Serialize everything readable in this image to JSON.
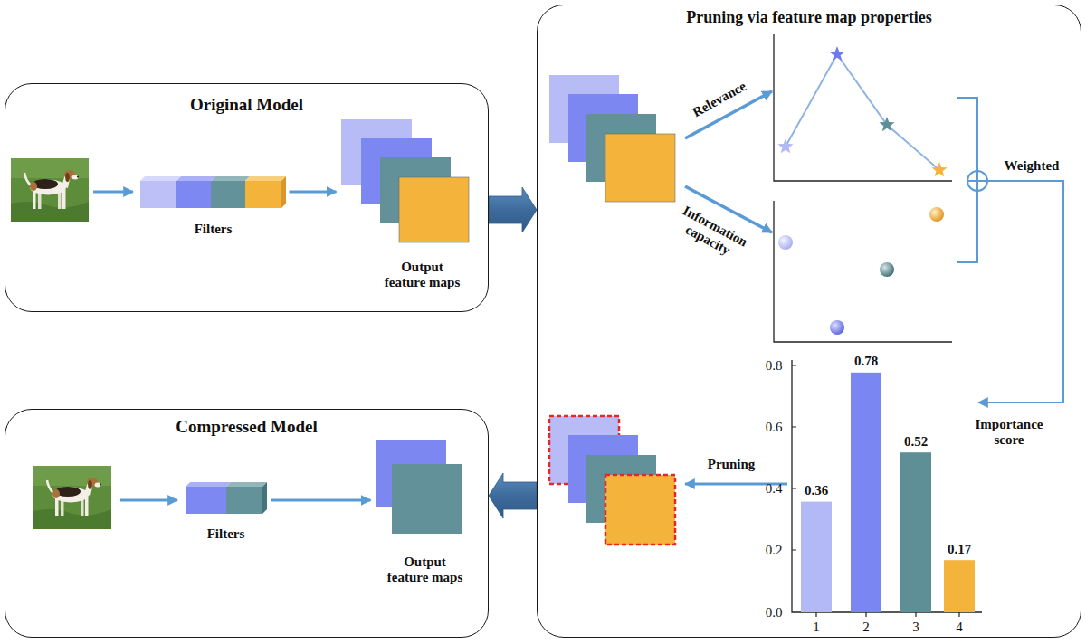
{
  "diagram": {
    "nodes": [
      {
        "text": [
          "Original Model"
        ]
      },
      {
        "text": [
          "Filters"
        ],
        "in": 0
      },
      {
        "text": [
          "Output feature maps"
        ],
        "in": 0
      },
      {
        "text": [
          "Pruning via feature map properties"
        ]
      },
      {
        "text": [
          "Compressed Model"
        ]
      },
      {
        "text": [
          "Filters"
        ],
        "in": 4
      },
      {
        "text": [
          "Output feature maps"
        ],
        "in": 4
      }
    ],
    "edges": [
      {
        "from": 1,
        "to": 2,
        "arrow": "to"
      },
      {
        "from": 0,
        "to": 3,
        "arrow": "to"
      },
      {
        "from": 3,
        "to": 4,
        "arrow": "to"
      },
      {
        "from": 5,
        "to": 6,
        "arrow": "to"
      }
    ],
    "labels": [
      "Relevance",
      "Information capacity",
      "Weighted",
      "Importance score",
      "Pruning",
      "0.8",
      "0.6",
      "0.4",
      "0.2",
      "0.0",
      "0.36",
      "0.78",
      "0.52",
      "0.17",
      "1",
      "2",
      "3",
      "4"
    ]
  }
}
